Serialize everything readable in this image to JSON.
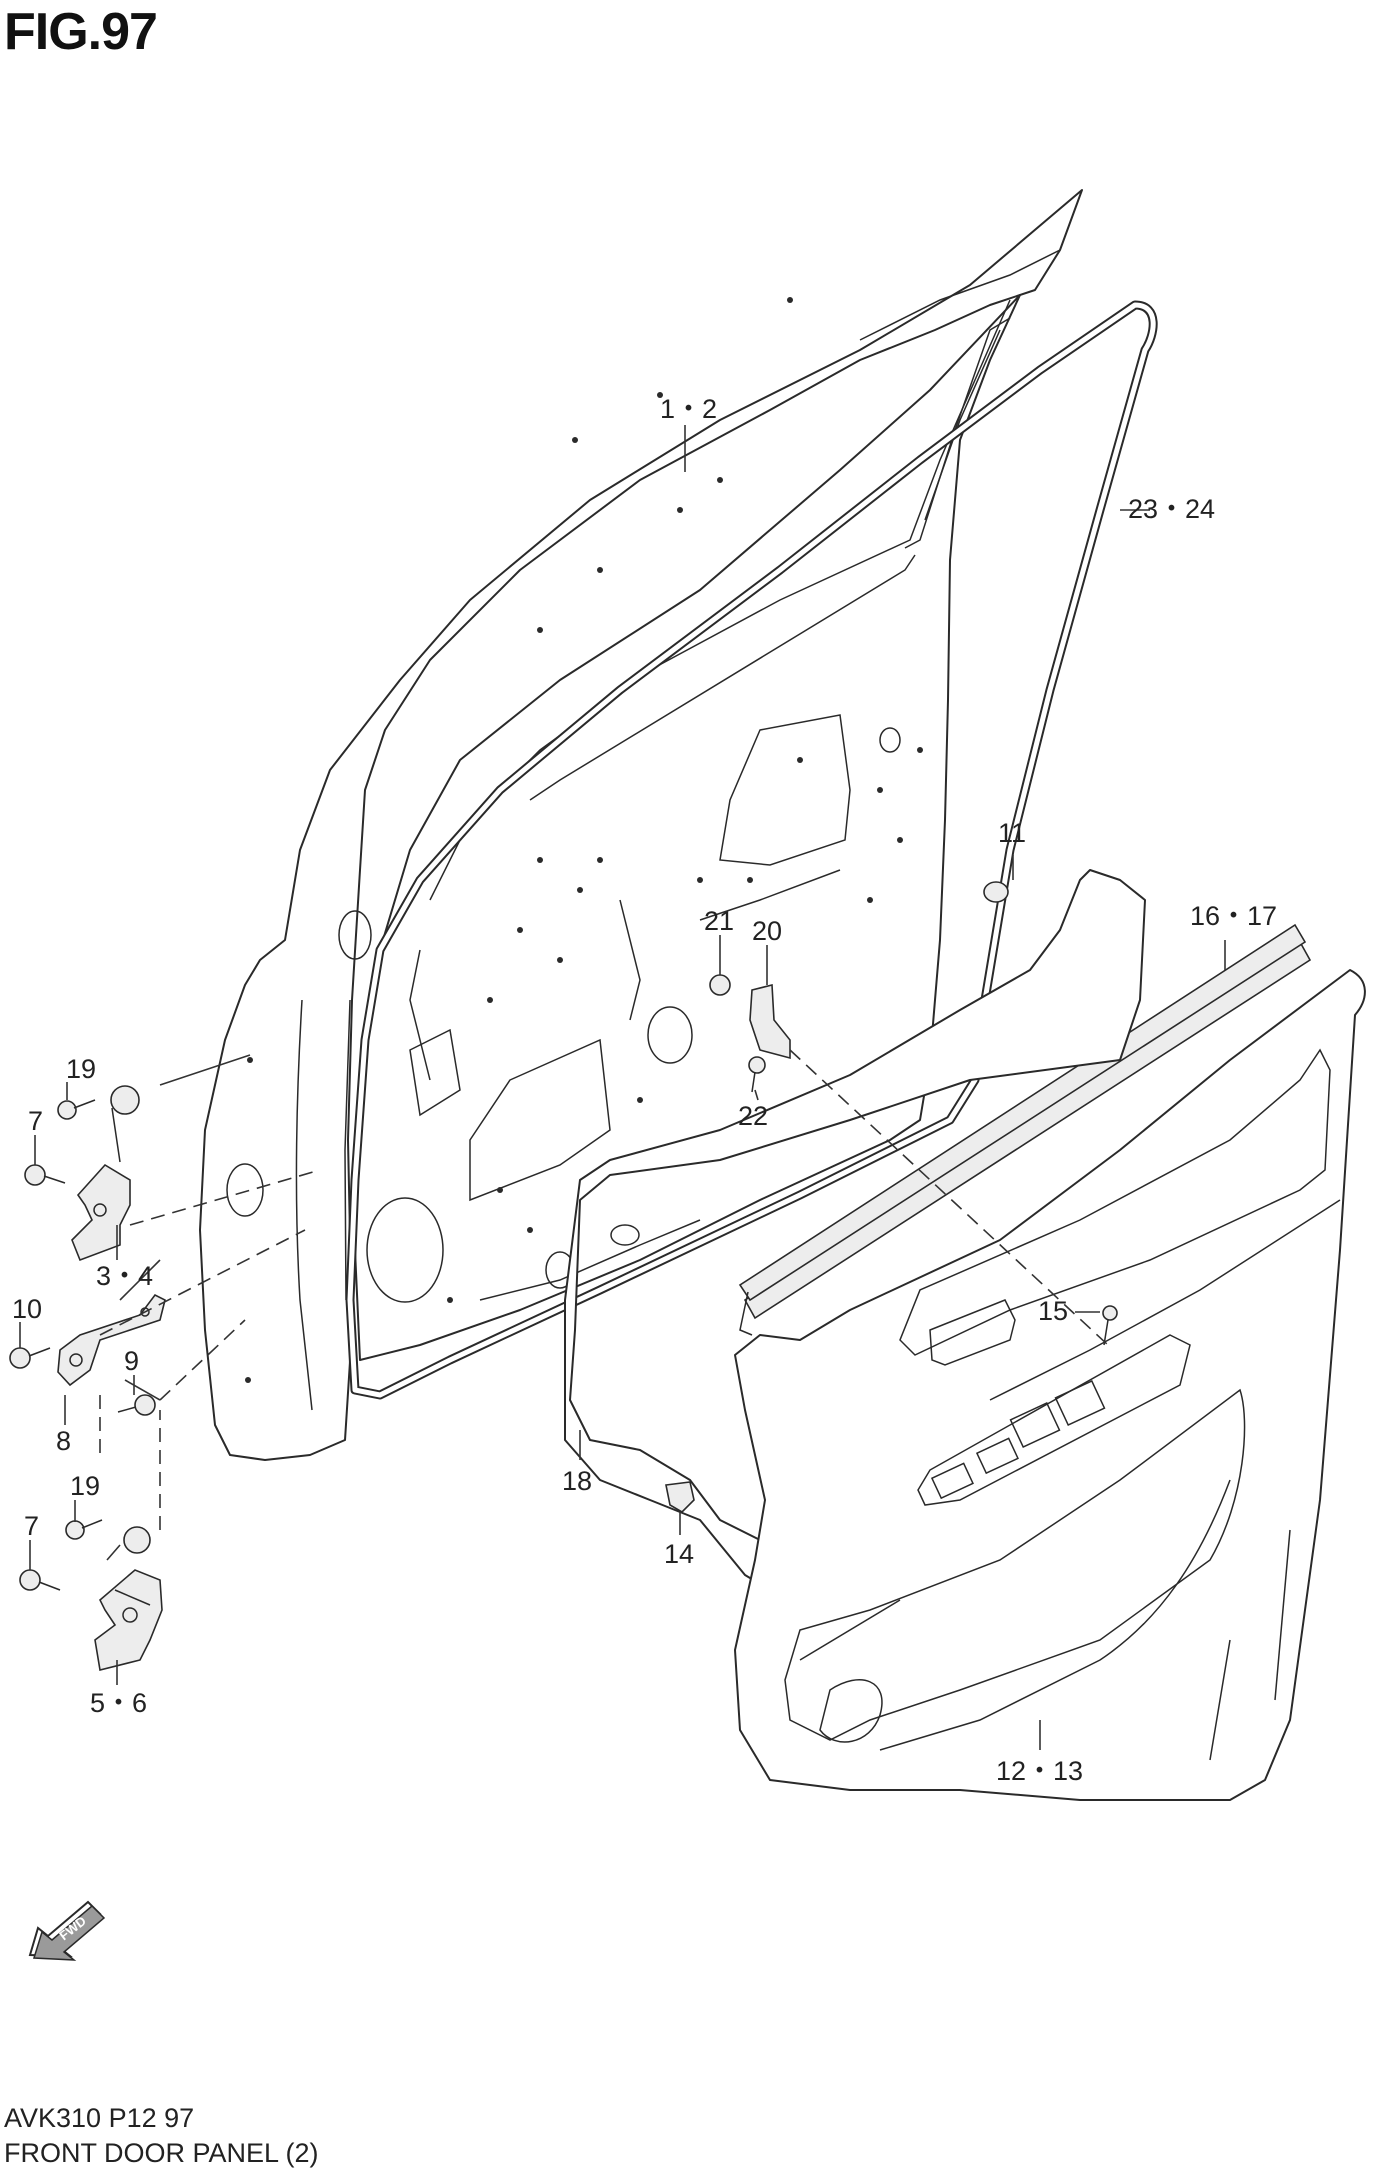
{
  "figure": {
    "title": "FIG.97",
    "code": "AVK310 P12 97",
    "name": "FRONT DOOR PANEL (2)"
  },
  "callouts": [
    {
      "id": "c-1-2",
      "text": "1・2"
    },
    {
      "id": "c-23-24",
      "text": "23・24"
    },
    {
      "id": "c-11",
      "text": "11"
    },
    {
      "id": "c-16-17",
      "text": "16・17"
    },
    {
      "id": "c-21",
      "text": "21"
    },
    {
      "id": "c-20",
      "text": "20"
    },
    {
      "id": "c-22",
      "text": "22"
    },
    {
      "id": "c-19a",
      "text": "19"
    },
    {
      "id": "c-7a",
      "text": "7"
    },
    {
      "id": "c-3-4",
      "text": "3・4"
    },
    {
      "id": "c-10",
      "text": "10"
    },
    {
      "id": "c-9",
      "text": "9"
    },
    {
      "id": "c-8",
      "text": "8"
    },
    {
      "id": "c-19b",
      "text": "19"
    },
    {
      "id": "c-7b",
      "text": "7"
    },
    {
      "id": "c-5-6",
      "text": "5・6"
    },
    {
      "id": "c-15",
      "text": "15"
    },
    {
      "id": "c-18",
      "text": "18"
    },
    {
      "id": "c-14",
      "text": "14"
    },
    {
      "id": "c-12-13",
      "text": "12・13"
    }
  ],
  "fwd_label": "FWD",
  "icons": [
    "fwd-arrow-icon",
    "bolt-icon",
    "clip-icon",
    "hinge-icon",
    "door-check-icon"
  ]
}
